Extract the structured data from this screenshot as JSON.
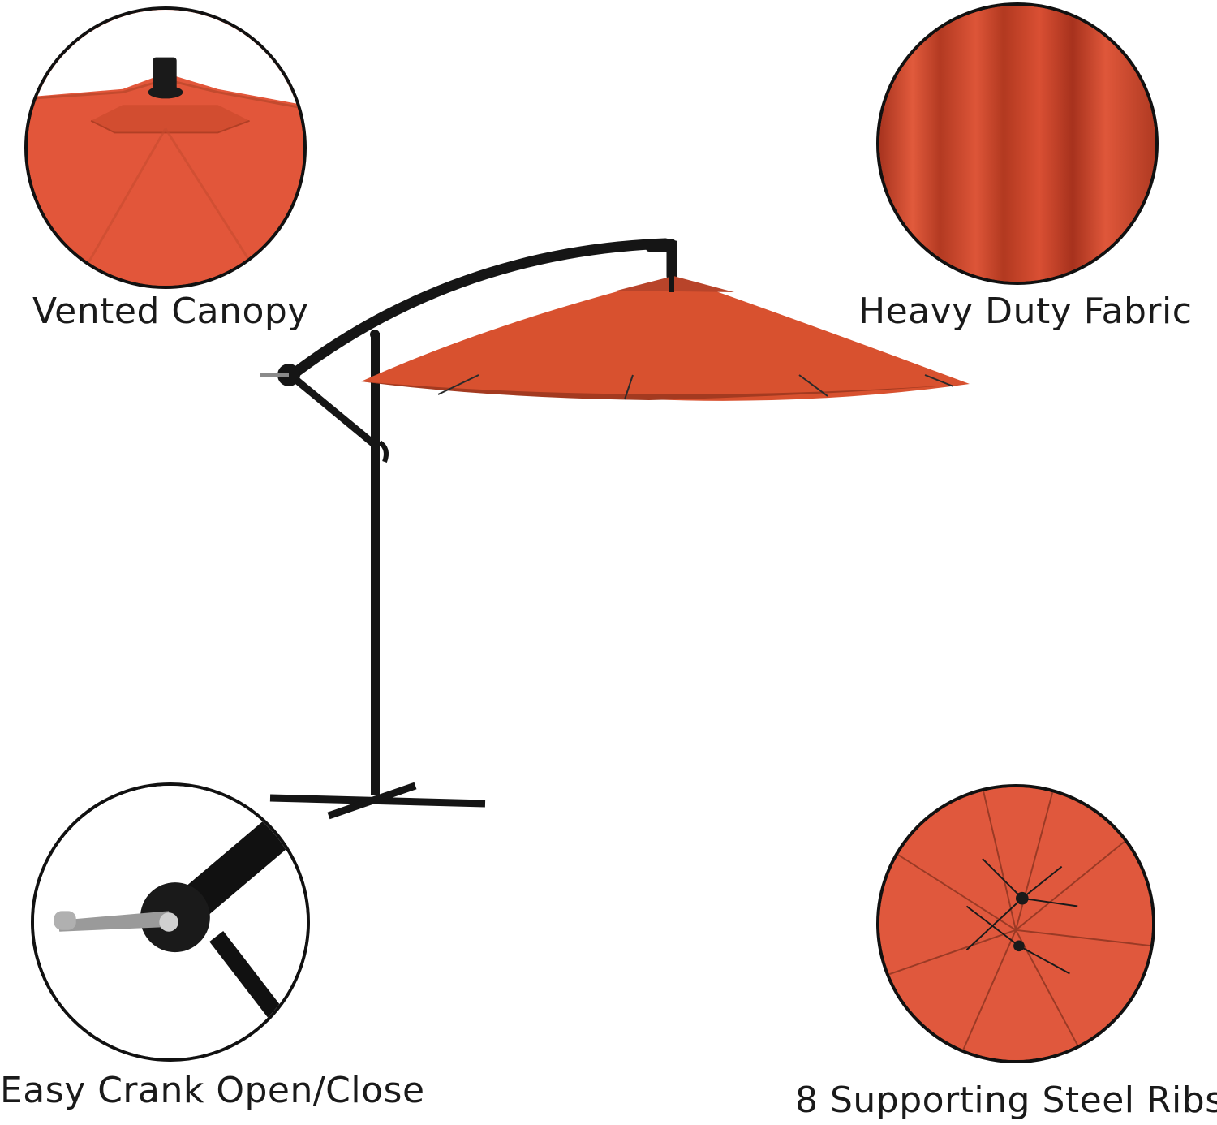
{
  "features": {
    "vented": {
      "label": "Vented Canopy",
      "icon": "vented-canopy-icon"
    },
    "fabric": {
      "label": "Heavy Duty Fabric",
      "icon": "fabric-texture-icon"
    },
    "crank": {
      "label": "Easy Crank Open/Close",
      "icon": "crank-handle-icon"
    },
    "ribs": {
      "label": "8 Supporting Steel Ribs",
      "icon": "steel-ribs-icon"
    }
  },
  "colors": {
    "canopy": "#d8512f",
    "canopy_dark": "#a33a20",
    "frame": "#151515",
    "background": "#ffffff"
  }
}
